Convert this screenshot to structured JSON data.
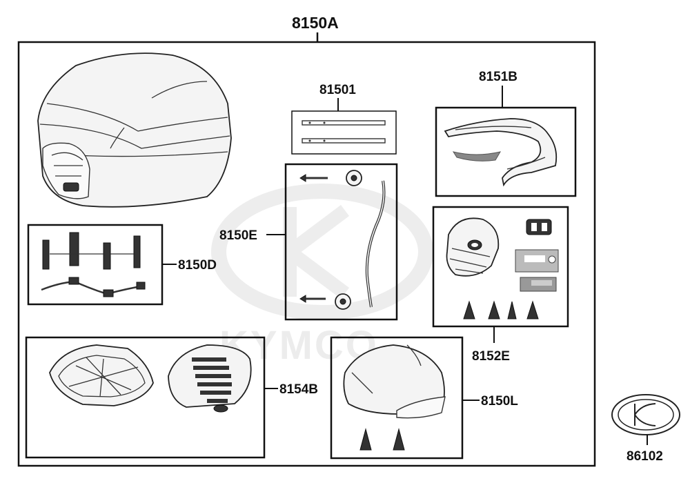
{
  "watermark": {
    "text": "KYMCO"
  },
  "labels": {
    "main_kit": "8150A",
    "reflector_strip": "81501",
    "lid_trim": "8151B",
    "mount_bolts": "8150D",
    "handle_set": "8150E",
    "lock_set": "8152E",
    "base_plate": "8154B",
    "lid_cover": "8150L",
    "emblem": "86102"
  }
}
